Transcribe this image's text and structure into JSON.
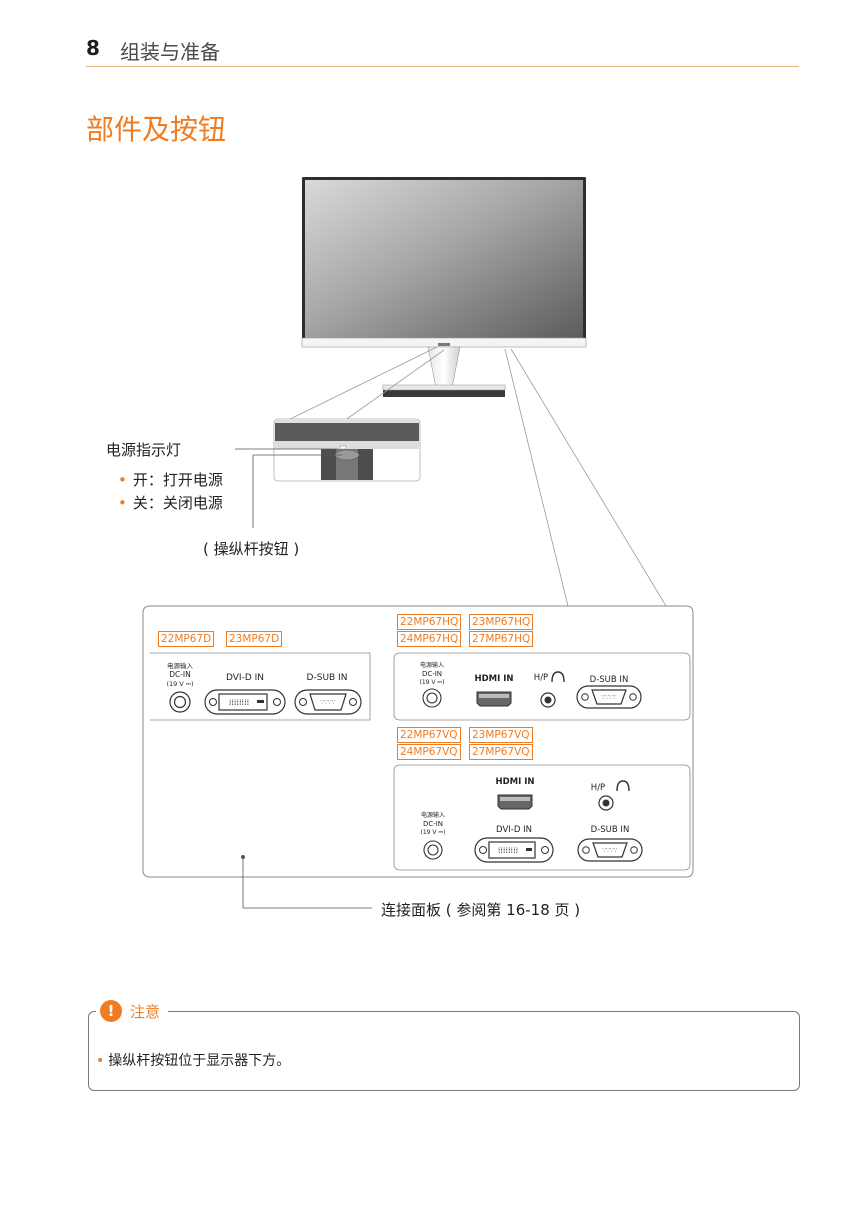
{
  "header": {
    "page_number": "8",
    "chapter": "组装与准备"
  },
  "section_title": "部件及按钮",
  "callouts": {
    "power_led": "电源指示灯",
    "on": "开：打开电源",
    "off": "关：关闭电源",
    "joystick": "( 操纵杆按钮 )",
    "connection_panel": "连接面板 ( 参阅第 16-18 页 )"
  },
  "panel_d": {
    "models": [
      "22MP67D",
      "23MP67D"
    ],
    "dc_label_cn": "电源输入",
    "dc_label": "DC-IN",
    "dc_voltage": "(19 V ⎓)",
    "dvi": "DVI-D IN",
    "dsub": "D-SUB IN"
  },
  "panel_hq": {
    "models": [
      "22MP67HQ",
      "23MP67HQ",
      "24MP67HQ",
      "27MP67HQ"
    ],
    "dc_label_cn": "电源输入",
    "dc_label": "DC-IN",
    "dc_voltage": "(19 V ⎓)",
    "hdmi": "HDMI IN",
    "hp": "H/P",
    "dsub": "D-SUB IN"
  },
  "panel_vq": {
    "models": [
      "22MP67VQ",
      "23MP67VQ",
      "24MP67VQ",
      "27MP67VQ"
    ],
    "hdmi": "HDMI IN",
    "hp": "H/P",
    "dc_label_cn": "电源输入",
    "dc_label": "DC-IN",
    "dc_voltage": "(19 V ⎓)",
    "dvi": "DVI-D IN",
    "dsub": "D-SUB IN"
  },
  "note": {
    "title": "注意",
    "icon": "exclamation-icon",
    "text": "操纵杆按钮位于显示器下方。"
  },
  "colors": {
    "accent": "#f07c21",
    "rule": "#f0b27a"
  }
}
